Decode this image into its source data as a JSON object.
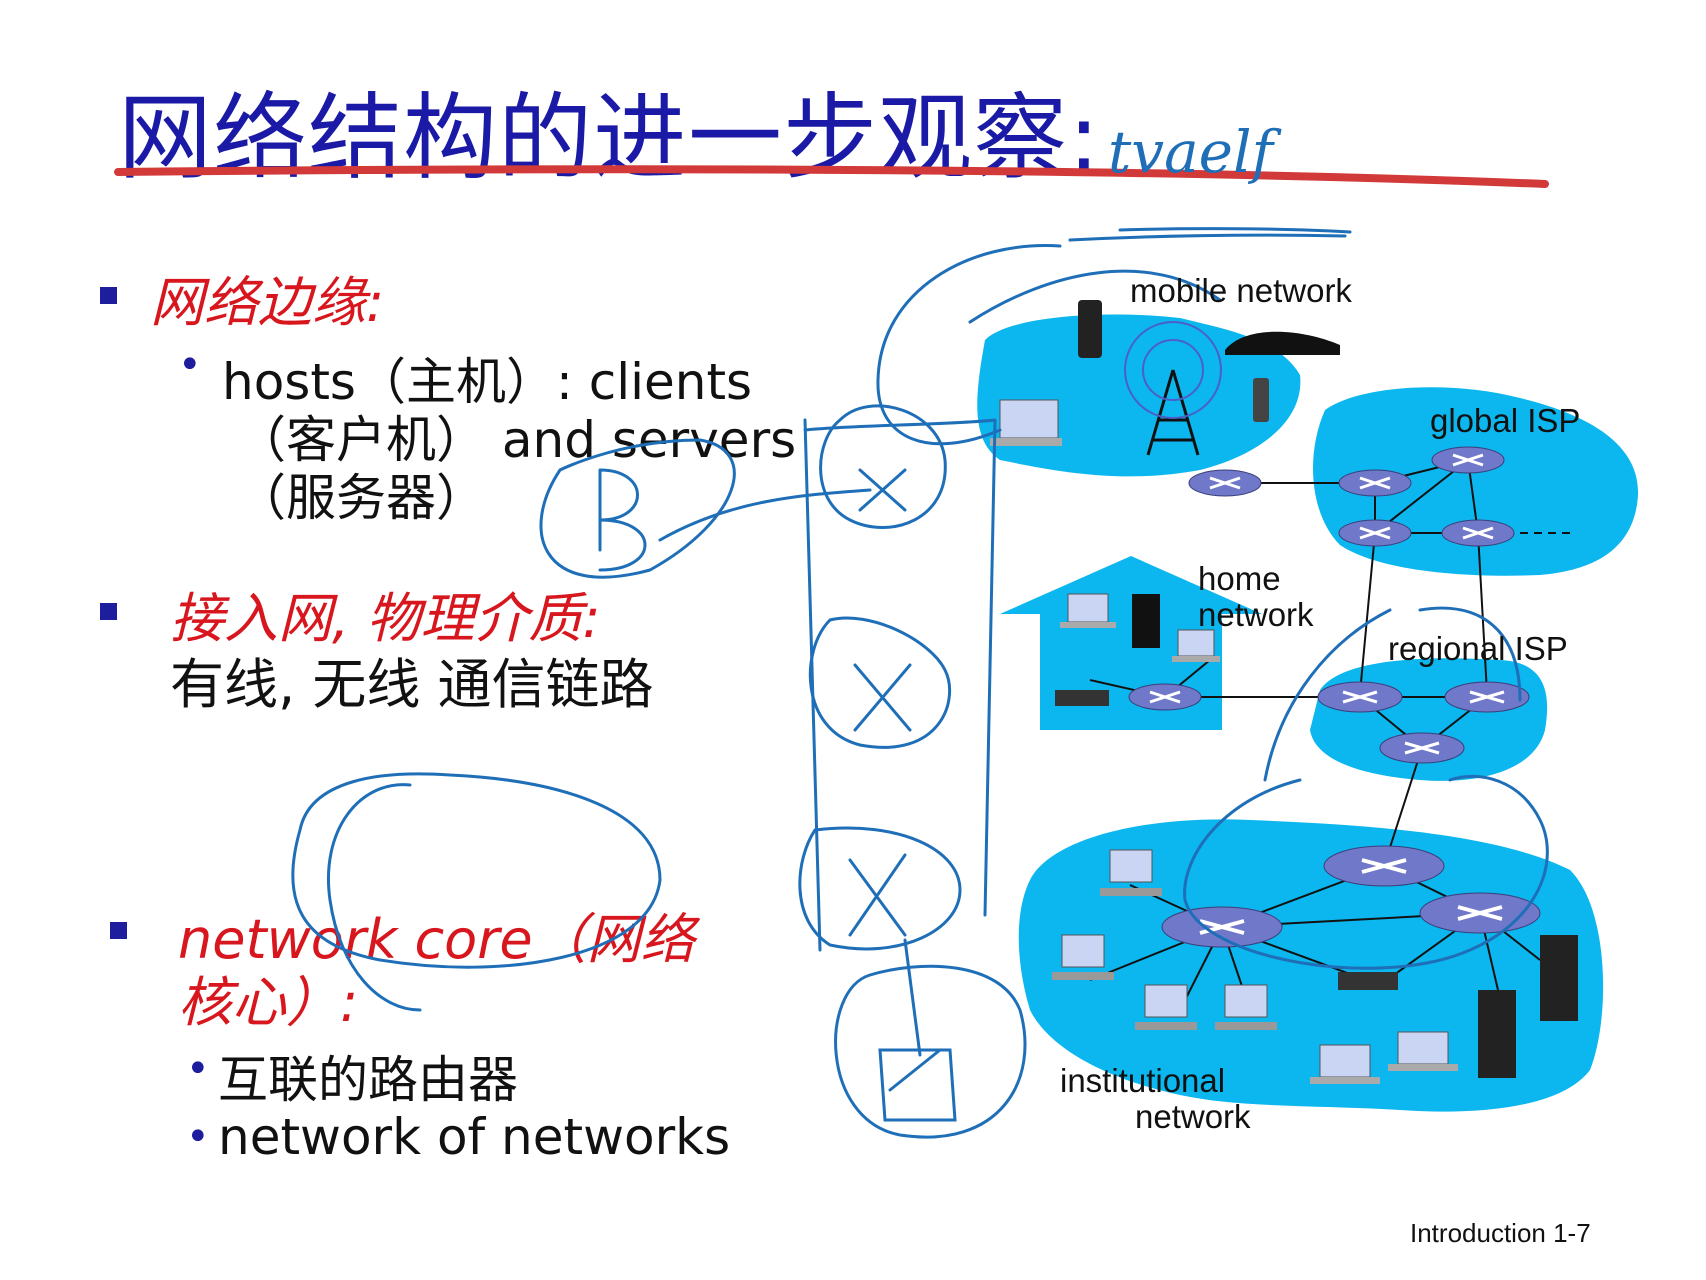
{
  "title": "网络结构的进一步观察:",
  "handwritten_note": "tvaelf",
  "sections": {
    "edge": {
      "heading": "网络边缘:",
      "line1": "hosts（主机）: clients",
      "line2": "（客户机） and servers",
      "line3": "（服务器）"
    },
    "access": {
      "heading": "接入网, 物理介质:",
      "line1": "有线, 无线 通信链路"
    },
    "core": {
      "heading_line1": "network core（网络",
      "heading_line2": "核心）:",
      "items": [
        "互联的路由器",
        "network of networks"
      ]
    }
  },
  "diagram": {
    "labels": {
      "mobile": "mobile network",
      "global": "global ISP",
      "home1": "home",
      "home2": "network",
      "regional": "regional ISP",
      "inst1": "institutional",
      "inst2": "network"
    }
  },
  "footer": "Introduction 1-7",
  "colors": {
    "title": "#1a1aa6",
    "emphasis": "#d7161d",
    "bullet": "#1d1d9e",
    "cloud": "#0cb6ee",
    "router": "#6f78c9",
    "ink": "#1f6fb8",
    "underline": "#d23a3a"
  }
}
